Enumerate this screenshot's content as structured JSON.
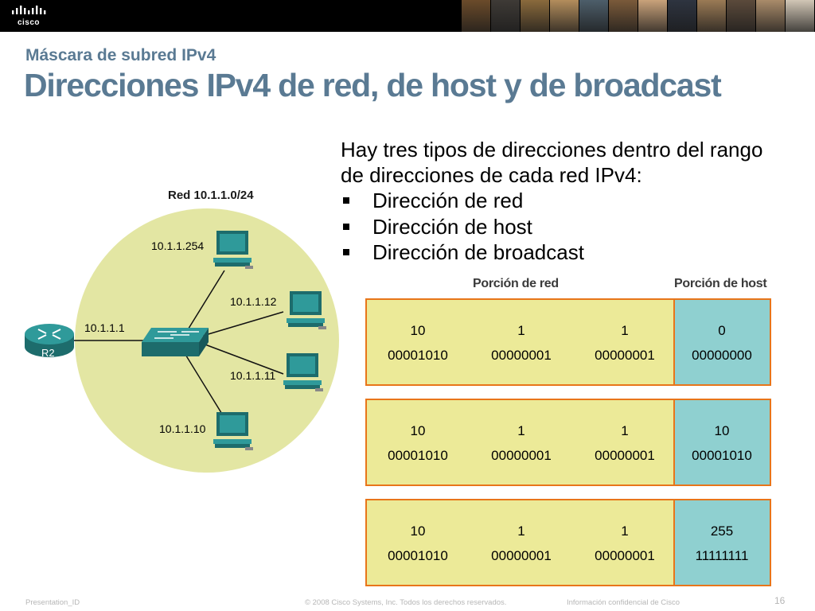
{
  "header": {
    "logo_text": "cisco",
    "photo_colors": [
      "#6b4b2a",
      "#3e3a36",
      "#8a6a3c",
      "#b38d5c",
      "#4d5e6a",
      "#7a5a3a",
      "#c9a27a",
      "#2e3440",
      "#9a7a55",
      "#5b4a3b",
      "#a98b6a",
      "#d1c6b5"
    ]
  },
  "slide": {
    "subtitle": "Máscara de subred IPv4",
    "title": "Direcciones IPv4 de red, de host y de broadcast",
    "intro": "Hay tres tipos de direcciones dentro del rango de direcciones de cada red IPv4:",
    "bullets": [
      "Dirección de red",
      "Dirección de host",
      "Dirección de broadcast"
    ]
  },
  "diagram": {
    "network_label": "Red 10.1.1.0/24",
    "router_label": "R2",
    "router_ip": "10.1.1.1",
    "hosts": [
      "10.1.1.254",
      "10.1.1.12",
      "10.1.1.11",
      "10.1.1.10"
    ],
    "colors": {
      "circle": "#e3e6a3",
      "device": "#2f9a9a",
      "device_dark": "#1d6c6c"
    }
  },
  "address_table": {
    "network_portion_label": "Porción de red",
    "host_portion_label": "Porción de host",
    "colors": {
      "network": "#ecea98",
      "host": "#8fd0d0",
      "border": "#e8751a"
    },
    "rows": [
      {
        "decimal": [
          "10",
          "1",
          "1",
          "0"
        ],
        "binary": [
          "00001010",
          "00000001",
          "00000001",
          "00000000"
        ]
      },
      {
        "decimal": [
          "10",
          "1",
          "1",
          "10"
        ],
        "binary": [
          "00001010",
          "00000001",
          "00000001",
          "00001010"
        ]
      },
      {
        "decimal": [
          "10",
          "1",
          "1",
          "255"
        ],
        "binary": [
          "00001010",
          "00000001",
          "00000001",
          "11111111"
        ]
      }
    ]
  },
  "footer": {
    "presentation_id": "Presentation_ID",
    "copyright": "© 2008 Cisco Systems, Inc. Todos los derechos reservados.",
    "confidential": "Información confidencial de Cisco",
    "page_number": "16"
  }
}
